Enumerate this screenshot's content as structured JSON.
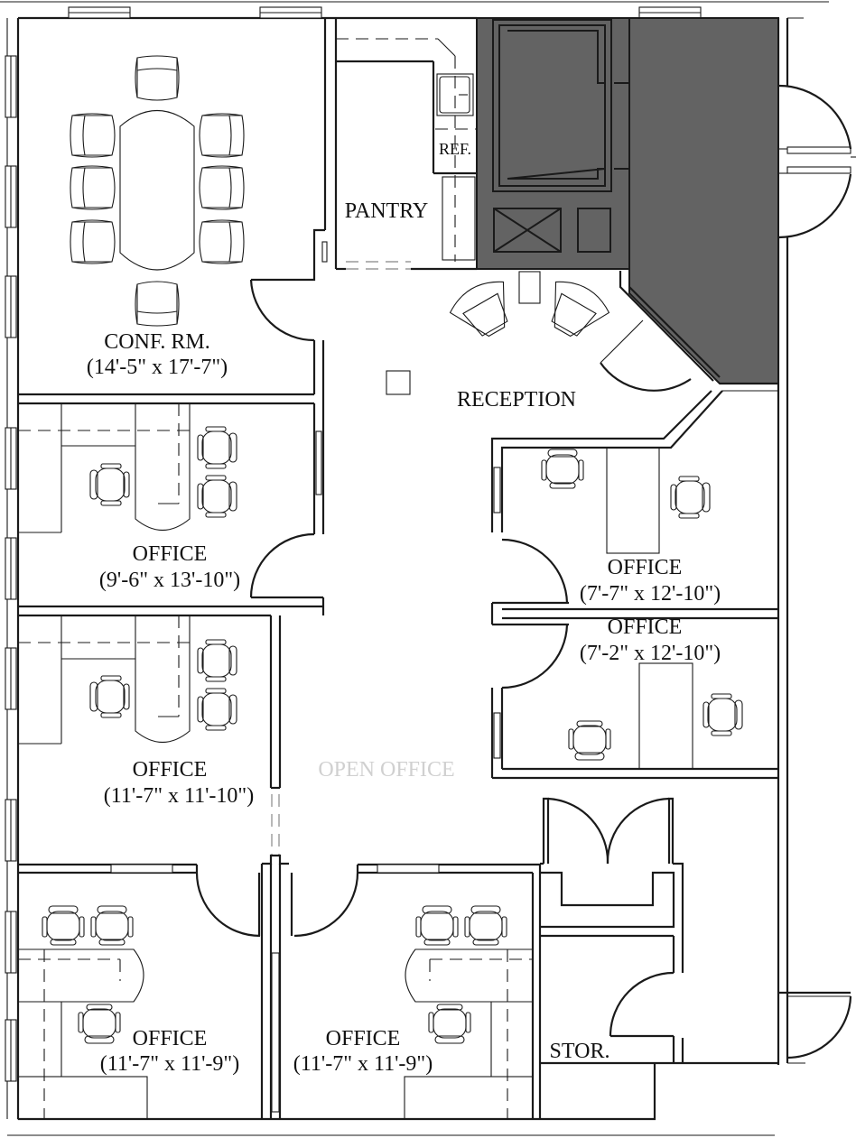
{
  "diagram": {
    "type": "floor-plan",
    "colors": {
      "wall": "#1a1a1a",
      "core_fill": "#636363",
      "background": "#ffffff",
      "faint_label": "#d0d0d0"
    }
  },
  "rooms": {
    "conference": {
      "name": "CONF. RM.",
      "size": "(14'-5\" x 17'-7\")",
      "chairs": 8
    },
    "pantry": {
      "name": "PANTRY",
      "fixture_label": "REF."
    },
    "reception": {
      "name": "RECEPTION",
      "chairs": 2
    },
    "office_west_1": {
      "name": "OFFICE",
      "size": "(9'-6\" x 13'-10\")",
      "chairs": 3
    },
    "office_west_2": {
      "name": "OFFICE",
      "size": "(11'-7\" x 11'-10\")",
      "chairs": 3
    },
    "office_east_1": {
      "name": "OFFICE",
      "size": "(7'-7\" x 12'-10\")",
      "chairs": 2
    },
    "office_east_2": {
      "name": "OFFICE",
      "size": "(7'-2\" x 12'-10\")",
      "chairs": 2
    },
    "office_south_1": {
      "name": "OFFICE",
      "size": "(11'-7\" x 11'-9\")",
      "chairs": 3
    },
    "office_south_2": {
      "name": "OFFICE",
      "size": "(11'-7\" x 11'-9\")",
      "chairs": 3
    },
    "open_office": {
      "name": "OPEN OFFICE"
    },
    "storage": {
      "name": "STOR."
    }
  }
}
